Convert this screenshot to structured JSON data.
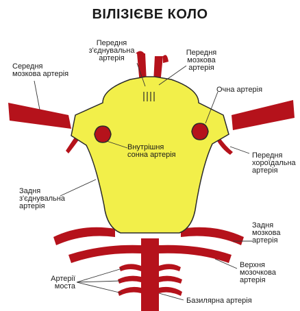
{
  "title": "ВІЛІЗІЄВЕ КОЛО",
  "labels": {
    "anterior_communicating": "Передня\nз'єднувальна\nартерія",
    "anterior_cerebral": "Передня\nмозкова\nартерія",
    "middle_cerebral": "Середня\nмозкова артерія",
    "ophthalmic": "Очна артерія",
    "internal_carotid": "Внутрішня\nсонна артерія",
    "anterior_choroidal": "Передня\nхороїдальна\nартерія",
    "posterior_communicating": "Задня\nз'єднувальна\nартерія",
    "posterior_cerebral": "Задня\nмозкова\nартерія",
    "superior_cerebellar": "Верхня\nмозочкова\nартерія",
    "pontine": "Артерії\nмоста",
    "basilar": "Базилярна артерія"
  },
  "colors": {
    "artery_red": "#b5121b",
    "circle_yellow": "#f2ef4a",
    "outline": "#2a2a2a",
    "leader": "#333333"
  }
}
